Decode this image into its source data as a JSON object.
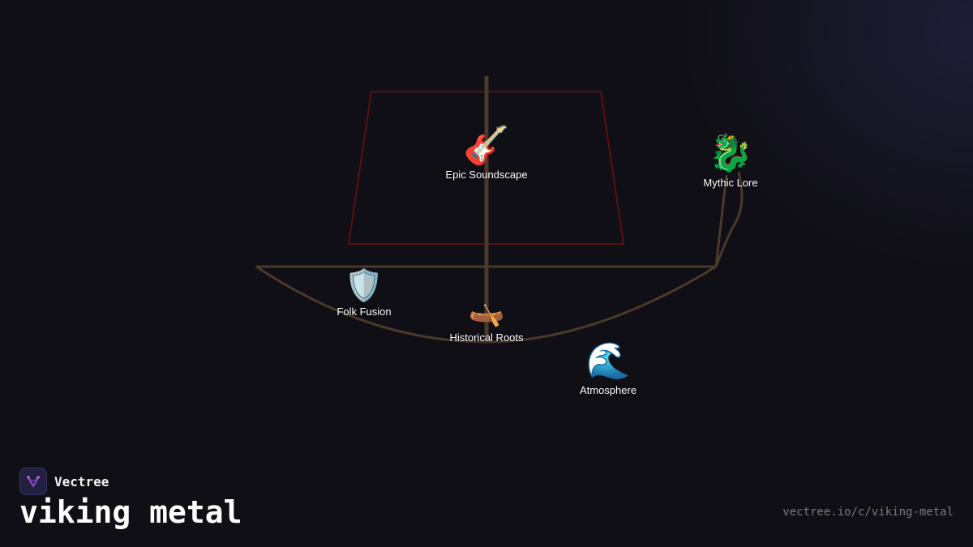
{
  "brand": {
    "name": "Vectree",
    "logo_icon": "vectree-logo-icon",
    "logo_color": "#9b4fd6"
  },
  "page": {
    "title": "viking metal",
    "url": "vectree.io/c/viking-metal"
  },
  "colors": {
    "background": "#100f15",
    "ship_hull": "#4a3a2c",
    "sail": "#5a0f12",
    "label": "#ffffff"
  },
  "nodes": [
    {
      "icon": "guitar-icon",
      "emoji": "🎸",
      "label": "Epic Soundscape"
    },
    {
      "icon": "dragon-icon",
      "emoji": "🐉",
      "label": "Mythic Lore"
    },
    {
      "icon": "shield-icon",
      "emoji": "🛡️",
      "label": "Folk Fusion"
    },
    {
      "icon": "canoe-icon",
      "emoji": "🛶",
      "label": "Historical Roots"
    },
    {
      "icon": "wave-icon",
      "emoji": "🌊",
      "label": "Atmosphere"
    }
  ]
}
